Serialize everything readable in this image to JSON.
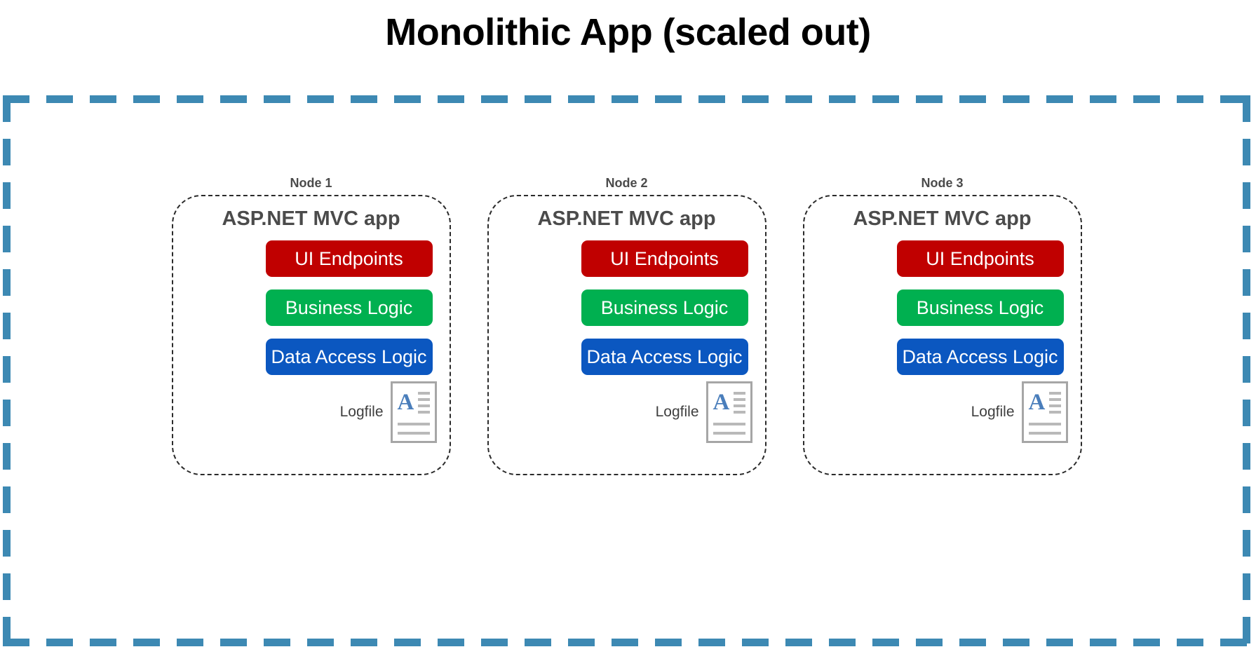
{
  "title": "Monolithic App (scaled out)",
  "colors": {
    "cluster_border": "#3d89b3",
    "node_border": "#2b2b2b",
    "ui_endpoints": "#c00000",
    "business_logic": "#00b050",
    "data_access_logic": "#0b57c0",
    "label_gray": "#4b4b4b",
    "doc_letter_blue": "#4a7ebb",
    "doc_line_gray": "#b9b9b9"
  },
  "cluster": {
    "border_style": "thick-blue-dashed",
    "name": "scaled-out-deployment-boundary"
  },
  "nodes": [
    {
      "label": "Node 1",
      "app_title": "ASP.NET MVC app",
      "layers": [
        {
          "label": "UI Endpoints",
          "color": "#c00000"
        },
        {
          "label": "Business Logic",
          "color": "#00b050"
        },
        {
          "label": "Data Access Logic",
          "color": "#0b57c0"
        }
      ],
      "logfile": {
        "label": "Logfile",
        "icon": "document-icon",
        "letter": "A"
      }
    },
    {
      "label": "Node 2",
      "app_title": "ASP.NET MVC app",
      "layers": [
        {
          "label": "UI Endpoints",
          "color": "#c00000"
        },
        {
          "label": "Business Logic",
          "color": "#00b050"
        },
        {
          "label": "Data Access Logic",
          "color": "#0b57c0"
        }
      ],
      "logfile": {
        "label": "Logfile",
        "icon": "document-icon",
        "letter": "A"
      }
    },
    {
      "label": "Node 3",
      "app_title": "ASP.NET MVC app",
      "layers": [
        {
          "label": "UI Endpoints",
          "color": "#c00000"
        },
        {
          "label": "Business Logic",
          "color": "#00b050"
        },
        {
          "label": "Data Access Logic",
          "color": "#0b57c0"
        }
      ],
      "logfile": {
        "label": "Logfile",
        "icon": "document-icon",
        "letter": "A"
      }
    }
  ]
}
